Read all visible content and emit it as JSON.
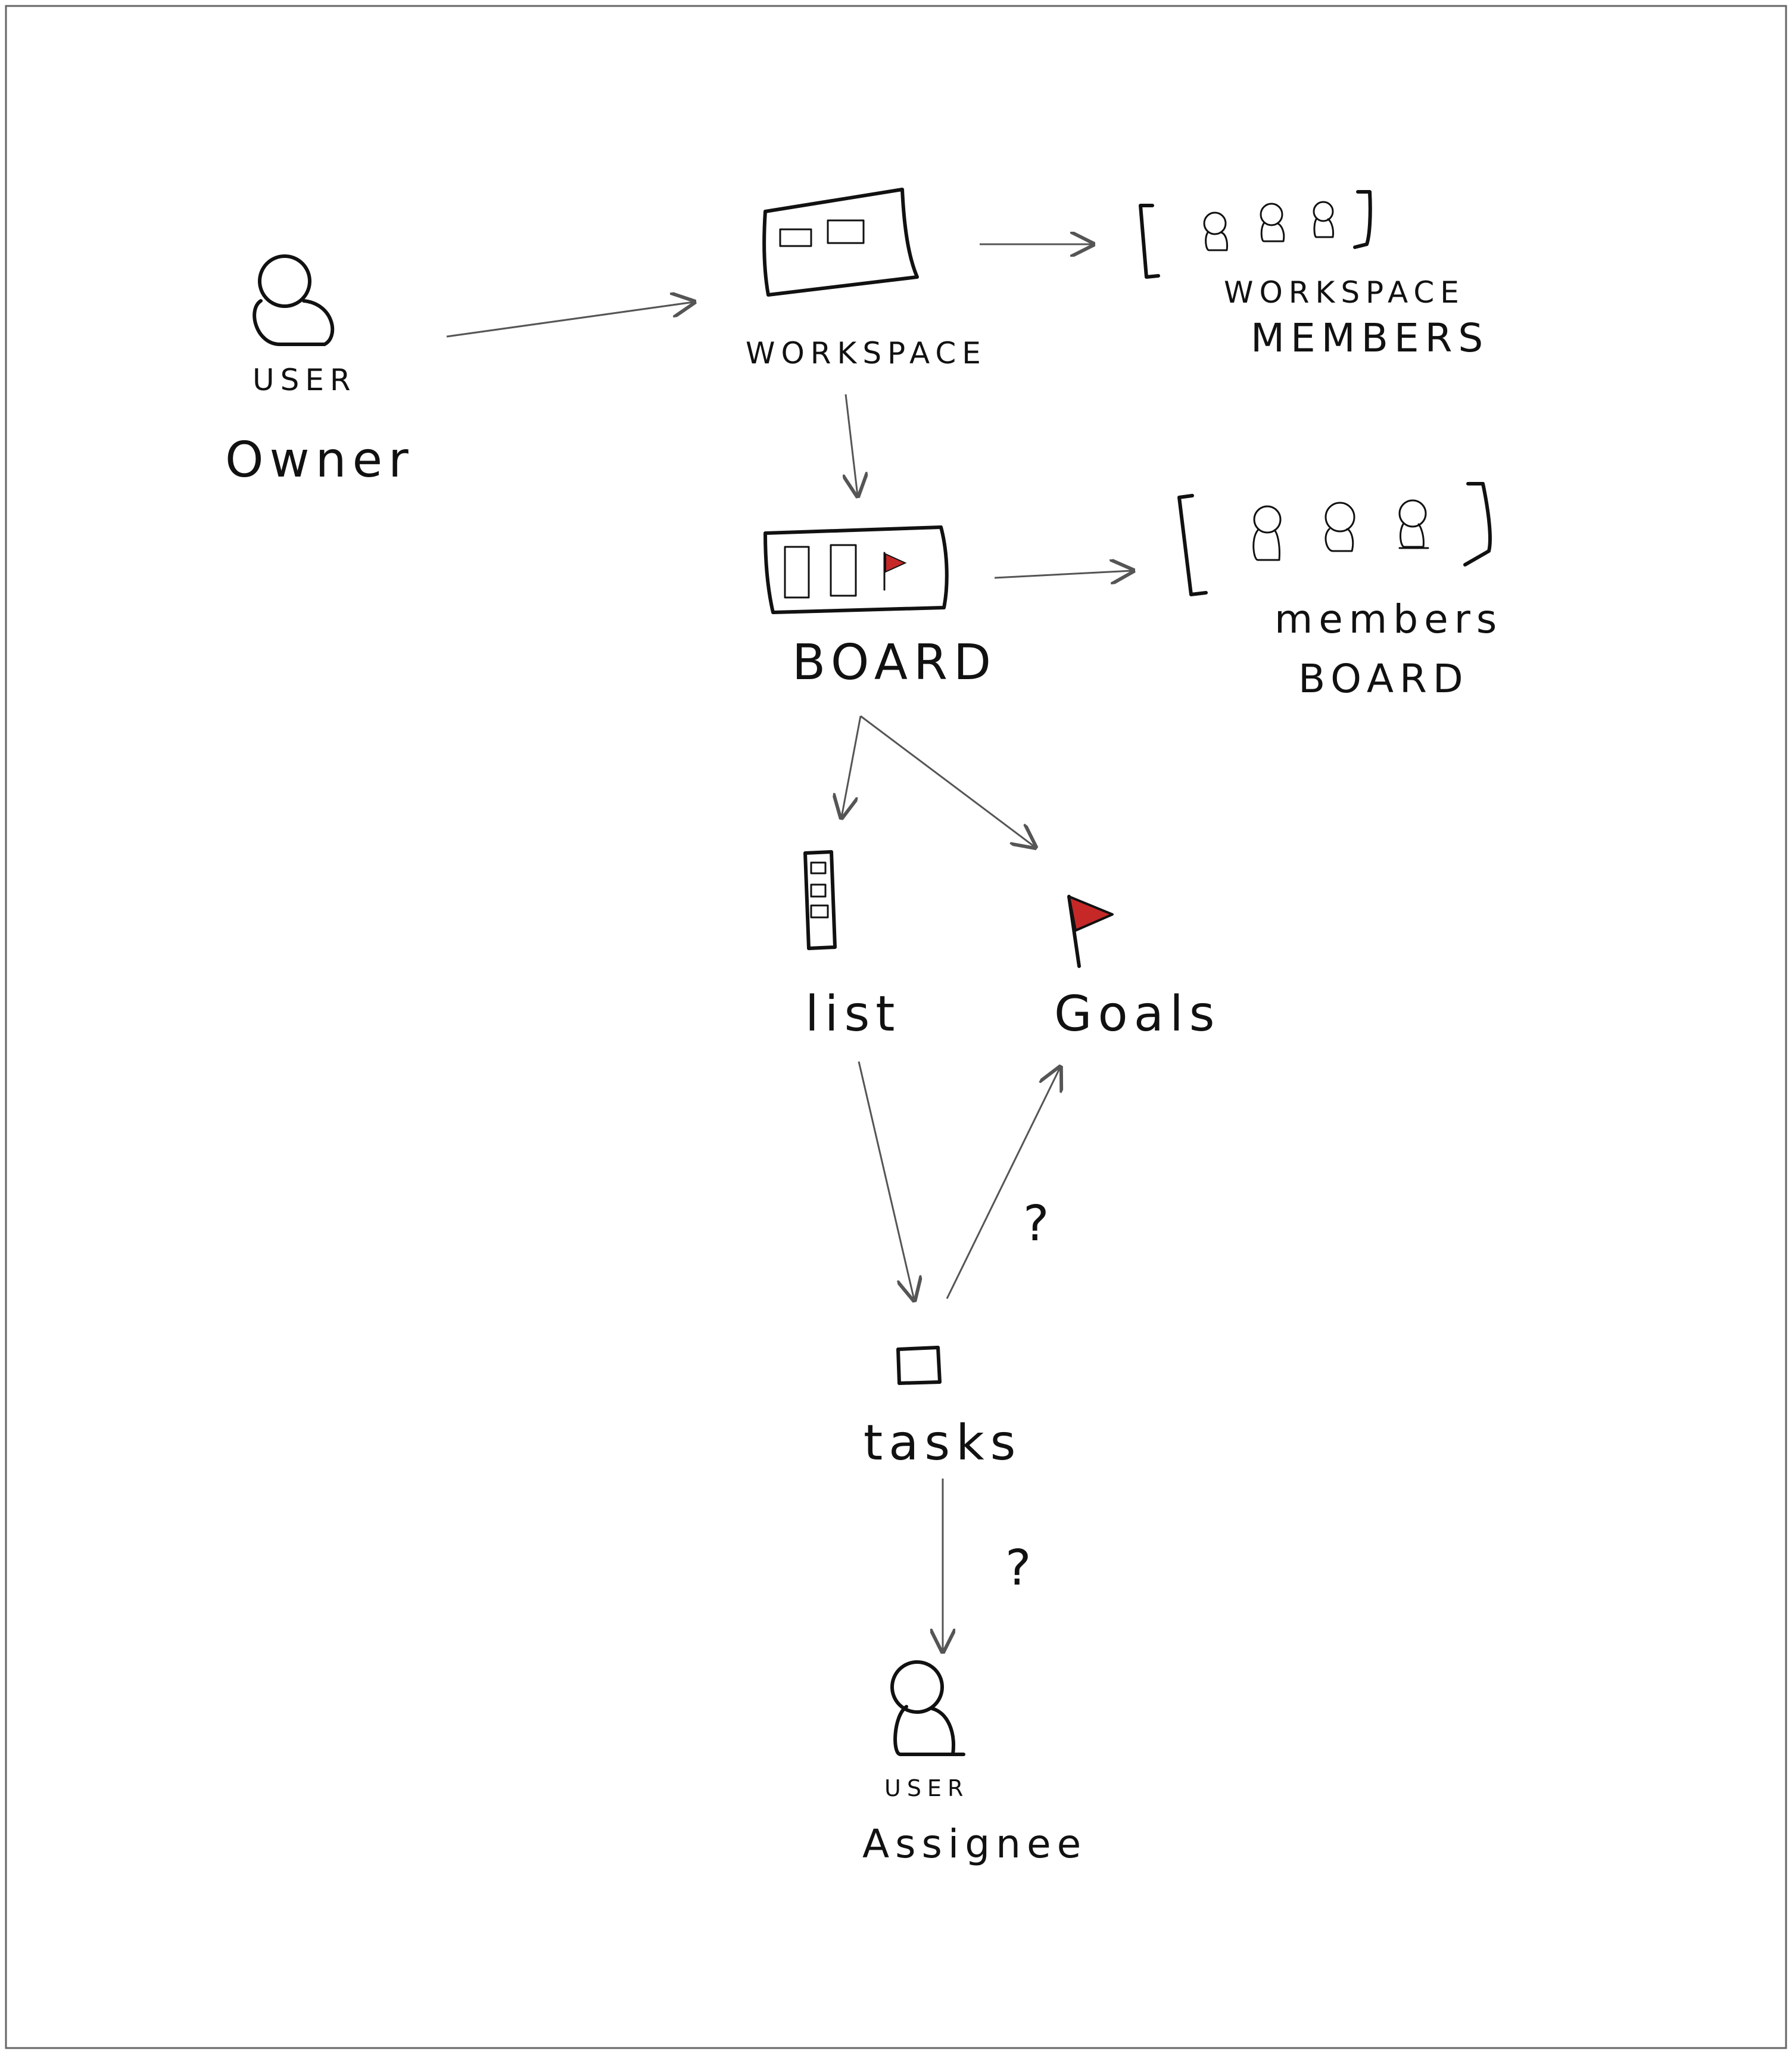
{
  "labels": {
    "owner_role": "USER",
    "owner_name": "Owner",
    "workspace": "WORKSPACE",
    "workspace_members_line1": "WORKSPACE",
    "workspace_members_line2": "MEMBERS",
    "board": "BOARD",
    "board_members_line1": "members",
    "board_members_line2": "BOARD",
    "list": "list",
    "goals": "Goals",
    "tasks": "tasks",
    "assignee_role": "USER",
    "assignee_name": "Assignee",
    "question_goals": "?",
    "question_assignee": "?"
  },
  "colors": {
    "ink": "#111111",
    "arrow": "#555555",
    "flag": "#c62828"
  }
}
